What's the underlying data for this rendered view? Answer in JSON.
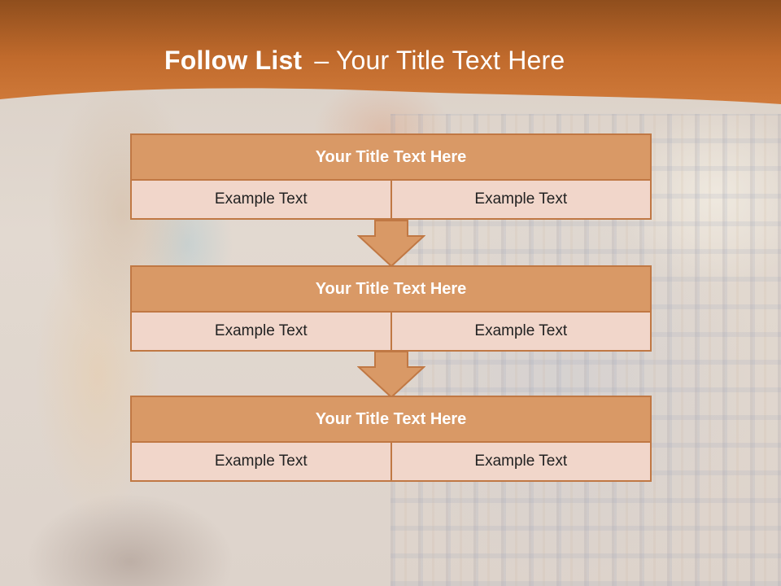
{
  "header": {
    "title_strong": "Follow List",
    "title_rest": "– Your Title Text Here"
  },
  "colors": {
    "header_orange": "#c8702f",
    "box_fill": "#d99966",
    "box_border": "#c07844",
    "row_fill": "#f1d6ca"
  },
  "blocks": [
    {
      "title": "Your Title Text Here",
      "left_text": "Example Text",
      "right_text": "Example Text"
    },
    {
      "title": "Your Title Text Here",
      "left_text": "Example Text",
      "right_text": "Example Text"
    },
    {
      "title": "Your Title Text Here",
      "left_text": "Example Text",
      "right_text": "Example Text"
    }
  ],
  "icons": {
    "connector": "down-arrow-icon"
  }
}
